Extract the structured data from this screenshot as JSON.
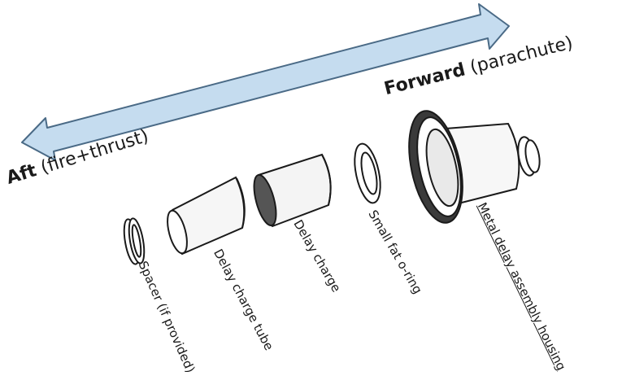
{
  "directions": {
    "aft": {
      "bold": "Aft",
      "note": "(fire+thrust)"
    },
    "forward": {
      "bold": "Forward",
      "note": "(parachute)"
    }
  },
  "parts": [
    {
      "label": "Spacer (if provided)"
    },
    {
      "label": "Delay charge tube"
    },
    {
      "label": "Delay charge"
    },
    {
      "label": "Small fat o-ring"
    },
    {
      "label": "Metal delay assembly housing"
    }
  ],
  "colors": {
    "arrow_fill": "#c5dcef",
    "arrow_stroke": "#4a6a86",
    "ink": "#1a1a1a"
  }
}
